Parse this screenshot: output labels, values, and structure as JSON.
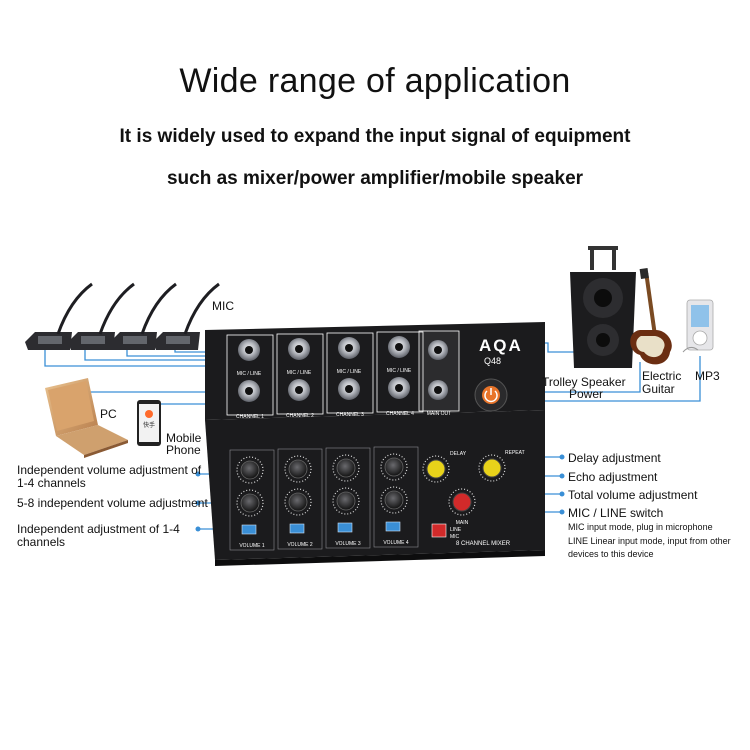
{
  "heading": {
    "title": "Wide range of application",
    "line1": "It is widely used to expand the input signal of equipment",
    "line2": "such as mixer/power amplifier/mobile speaker"
  },
  "devices": {
    "mic": "MIC",
    "pc": "PC",
    "mobile_line1": "Mobile",
    "mobile_line2": "Phone",
    "trolley_line1": "Trolley Speaker",
    "trolley_line2": "Power",
    "guitar_line1": "Electric",
    "guitar_line2": "Guitar",
    "mp3": "MP3",
    "phone_app_text": "快手"
  },
  "left_callouts": {
    "vol_1_4_line1": "Independent volume adjustment of",
    "vol_1_4_line2": "1-4 channels",
    "vol_5_8": "5-8 independent volume adjustment",
    "adj_1_4_line1": "Independent  adjustment  of  1-4",
    "adj_1_4_line2": "channels"
  },
  "right_callouts": {
    "delay": "Delay adjustment",
    "echo": "Echo adjustment",
    "total": "Total volume adjustment",
    "switch": "MIC / LINE switch",
    "mic_mode": "MIC input mode, plug in microphone",
    "line_mode_1": "LINE Linear input mode, input from other",
    "line_mode_2": "devices to this device"
  },
  "mixer": {
    "brand": "AQA",
    "model": "Q48",
    "jack_label": "MIC / LINE",
    "channels": [
      "CHANNEL 1",
      "CHANNEL 2",
      "CHANNEL 3",
      "CHANNEL 4"
    ],
    "main_out": "MAIN OUT",
    "volumes": [
      "VOLUME 1",
      "VOLUME 2",
      "VOLUME 3",
      "VOLUME 4"
    ],
    "delay": "DELAY",
    "repeat": "REPEAT",
    "main": "MAIN",
    "line": "LINE",
    "mic": "MIC",
    "name": "8 CHANNEL MIXER",
    "colors": {
      "body": "#1b1b1d",
      "accent_orange": "#e8742a",
      "knob_yellow": "#e8d21a",
      "knob_red": "#d12a2a",
      "wire": "#3a8fd6"
    }
  }
}
